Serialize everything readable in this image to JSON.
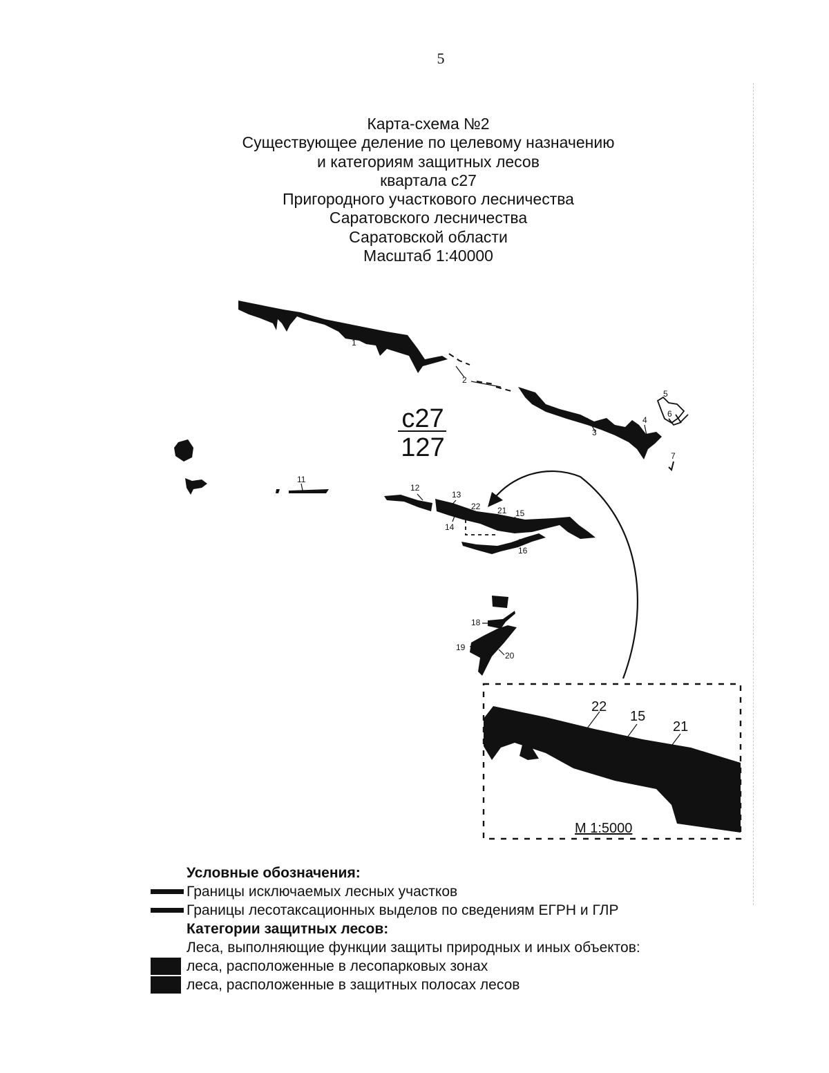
{
  "page_number": "5",
  "title_lines": [
    "Карта-схема №2",
    "Существующее деление по целевому назначению",
    "и категориям защитных лесов",
    "квартала с27",
    "Пригородного участкового лесничества",
    "Саратовского лесничества",
    "Саратовской области",
    "Масштаб 1:40000"
  ],
  "quarter_label": {
    "numerator": "с27",
    "denominator": "127"
  },
  "plot_labels": [
    "1",
    "2",
    "3",
    "4",
    "5",
    "6",
    "7",
    "11",
    "12",
    "13",
    "14",
    "15",
    "16",
    "18",
    "19",
    "20",
    "21",
    "22"
  ],
  "inset": {
    "scale": "М 1:5000",
    "labels": [
      "22",
      "15",
      "21"
    ]
  },
  "legend": {
    "title": "Условные обозначения:",
    "boundary_excluded": "Границы исключаемых лесных участков",
    "boundary_egrn": "Границы лесотаксационных выделов по сведениям ЕГРН и ГЛР",
    "categories_title": "Категории защитных лесов:",
    "categories_subtitle": "Леса, выполняющие функции защиты природных и иных объектов:",
    "forest_park": "леса, расположенные в лесопарковых зонах",
    "protective_strips": "леса, расположенные в защитных полосах лесов"
  },
  "colors": {
    "fill": "#111111",
    "background": "#ffffff"
  }
}
